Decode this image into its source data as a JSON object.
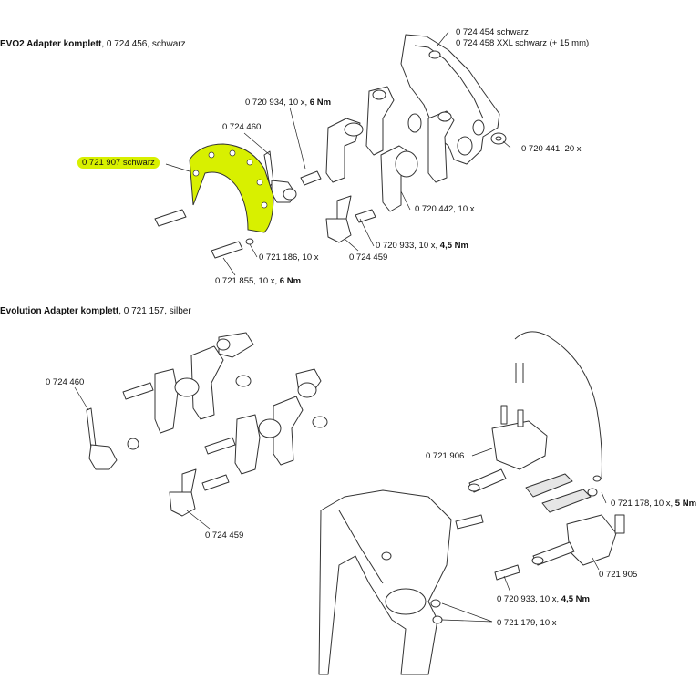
{
  "sections": {
    "evo2": {
      "title": "EVO2 Adapter komplett",
      "suffix": ", 0 724 456, schwarz"
    },
    "evolution": {
      "title": "Evolution Adapter komplett",
      "suffix": ", 0 721 157, silber"
    }
  },
  "labels": {
    "l_724454": "0 724 454 schwarz",
    "l_724458": "0 724 458 XXL schwarz (+ 15 mm)",
    "l_720934": "0 720 934, 10 x, ",
    "l_720934_t": "6 Nm",
    "l_724460_a": "0 724 460",
    "l_721907": "0 721 907 schwarz",
    "l_720441": "0 720 441, 20 x",
    "l_720442": "0 720 442, 10 x",
    "l_720933_a": "0 720 933, 10 x, ",
    "l_720933_a_t": "4,5 Nm",
    "l_724459_a": "0 724 459",
    "l_721186": "0 721 186, 10 x",
    "l_721855": "0 721 855, 10 x, ",
    "l_721855_t": "6 Nm",
    "l_724460_b": "0 724 460",
    "l_721906": "0 721 906",
    "l_721178": "0 721 178, 10 x, ",
    "l_721178_t": "5 Nm",
    "l_724459_b": "0 724 459",
    "l_721905": "0 721 905",
    "l_720933_b": "0 720 933, 10 x, ",
    "l_720933_b_t": "4,5 Nm",
    "l_721179": "0 721 179, 10 x"
  },
  "colors": {
    "highlight": "#d8f000",
    "line": "#222222"
  }
}
